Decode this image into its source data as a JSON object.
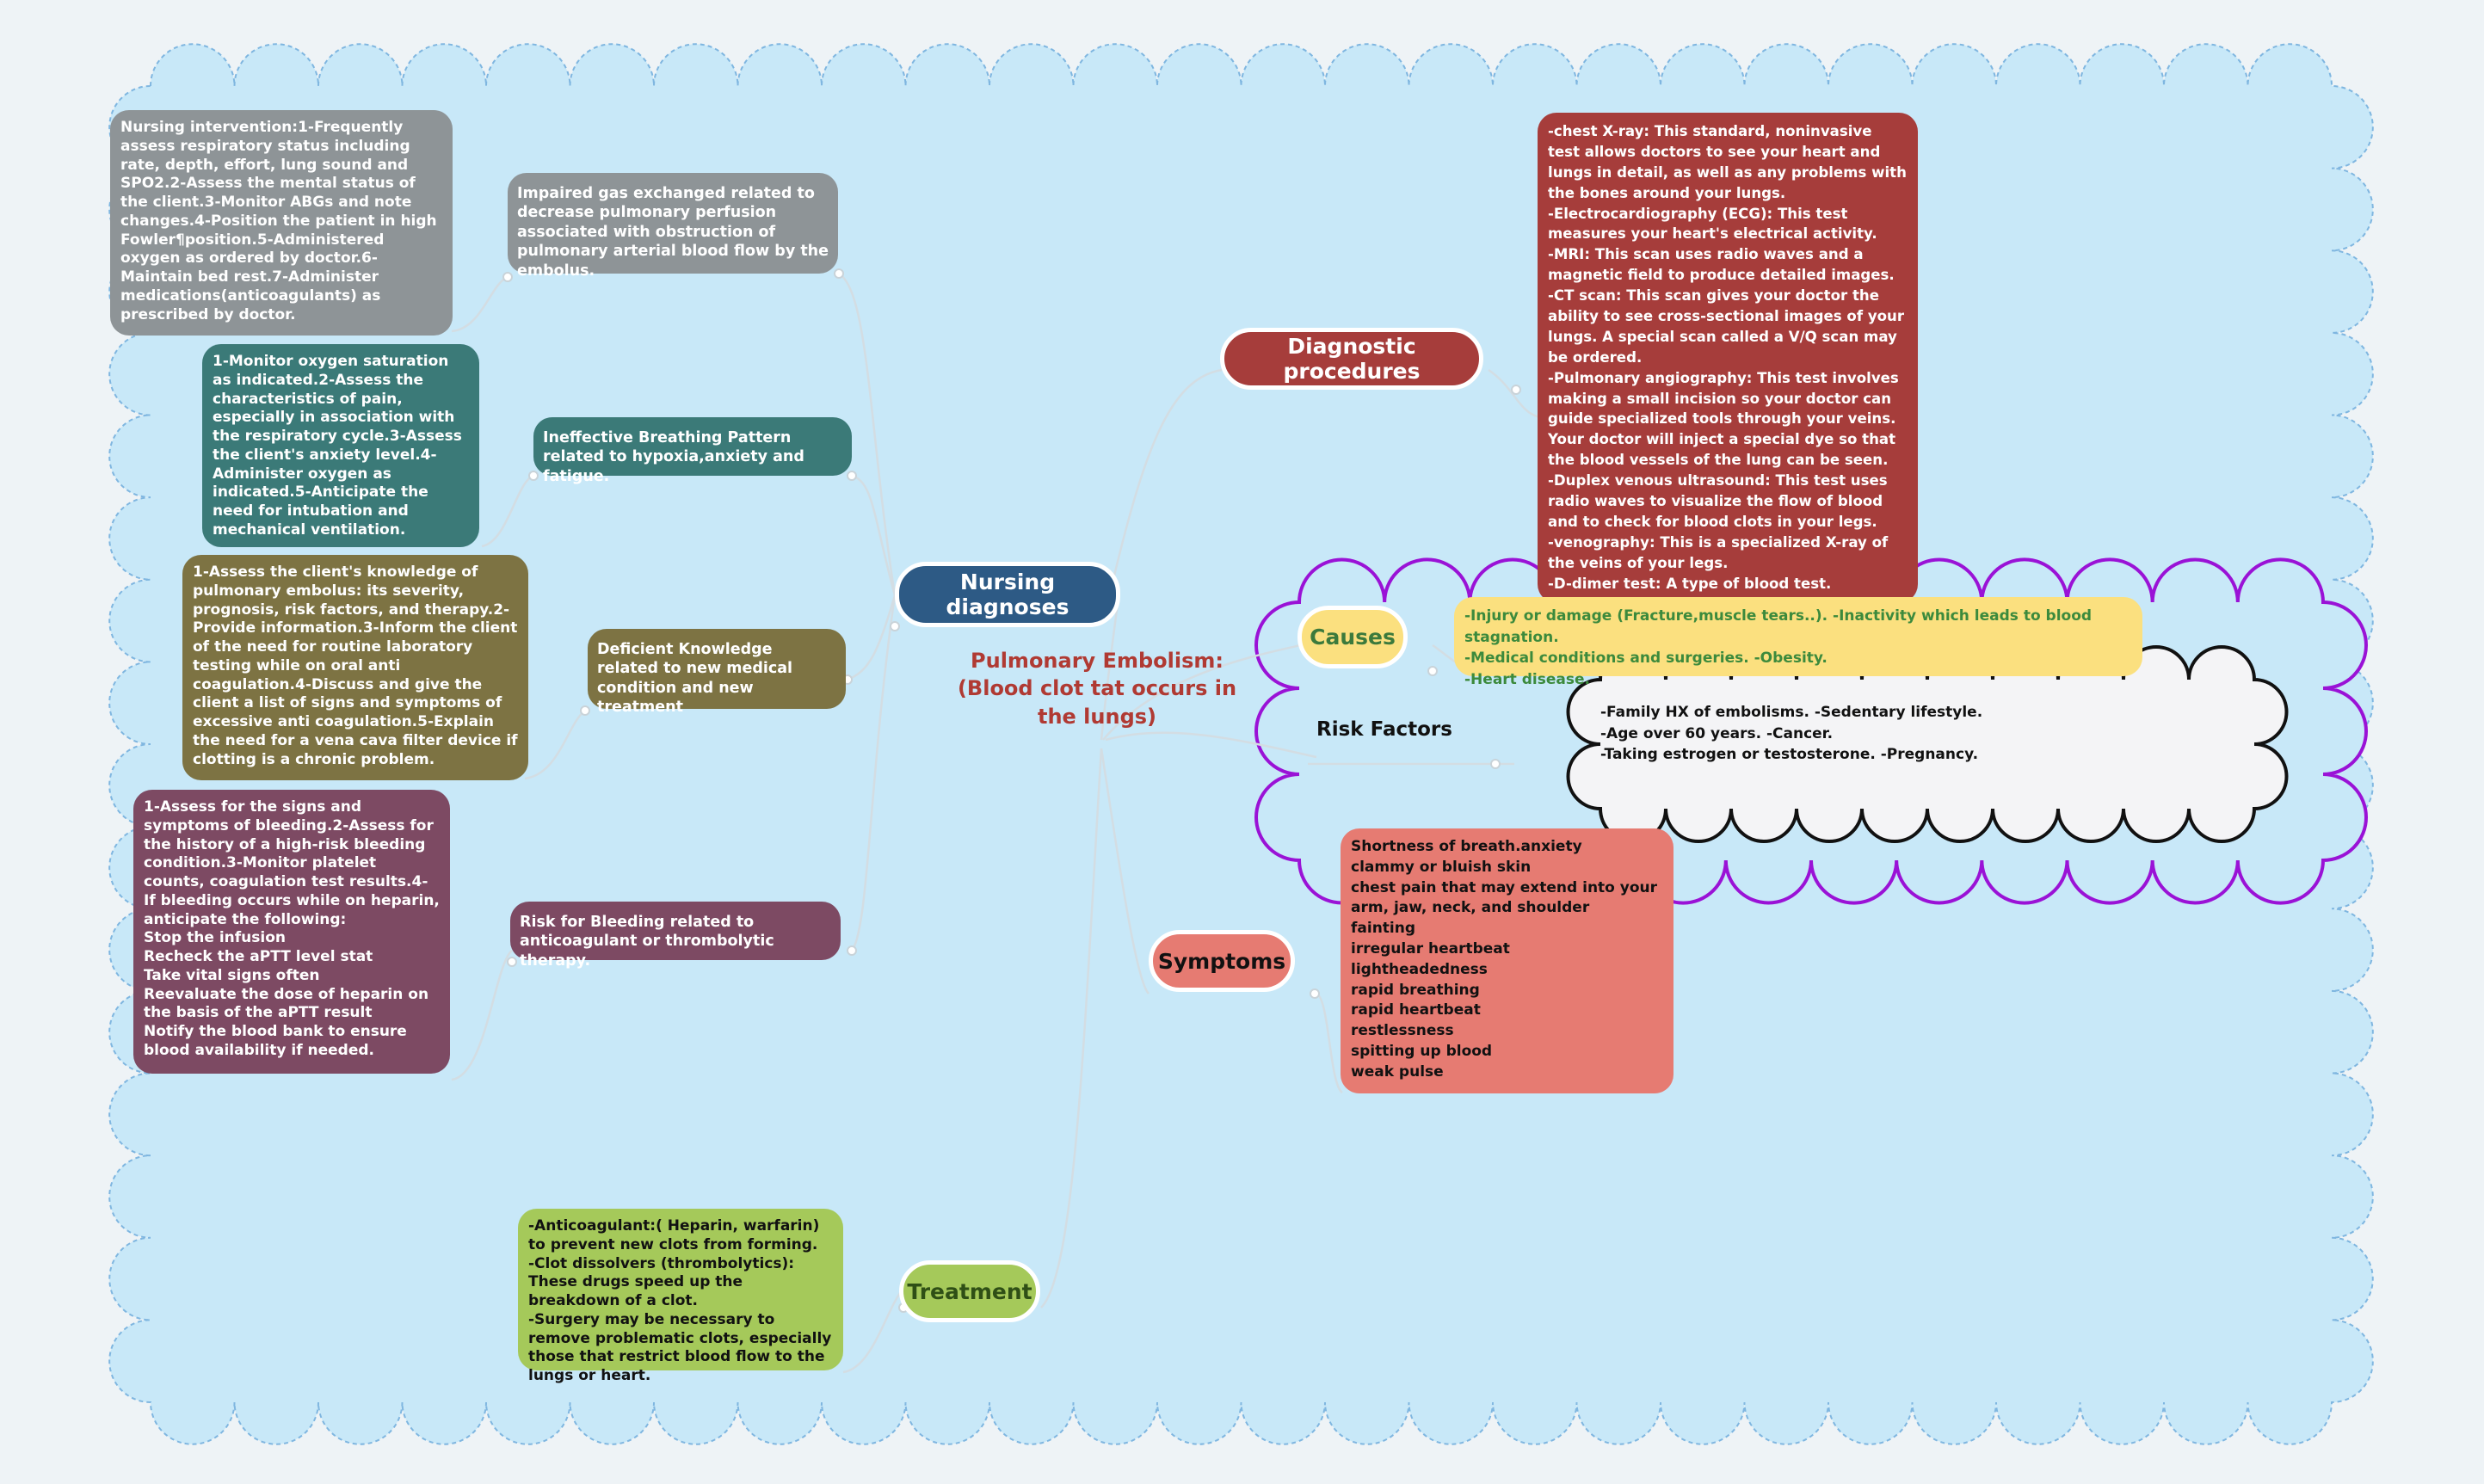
{
  "center": {
    "title": "Pulmonary Embolism:\n(Blood clot tat occurs in the lungs)"
  },
  "branches": {
    "nursing": {
      "label": "Nursing diagnoses",
      "items": [
        {
          "diagnosis": "Impaired gas exchanged related to decrease pulmonary perfusion associated with obstruction of pulmonary arterial blood flow by the embolus.",
          "interventions": "Nursing intervention:1-Frequently assess respiratory status including rate, depth, effort, lung sound and SPO2.2-Assess the mental status of the client.3-Monitor ABGs and note changes.4-Position the patient in high Fowler¶position.5-Administered oxygen as ordered by doctor.6-Maintain bed rest.7-Administer medications(anticoagulants) as prescribed by doctor."
        },
        {
          "diagnosis": "Ineffective Breathing Pattern related to hypoxia,anxiety and fatigue.",
          "interventions": "1-Monitor oxygen saturation as indicated.2-Assess the characteristics of pain, especially in association with the respiratory cycle.3-Assess the client's anxiety level.4-Administer oxygen as indicated.5-Anticipate the need for intubation and mechanical ventilation."
        },
        {
          "diagnosis": "Deficient Knowledge related to new medical condition and new treatment",
          "interventions": "1-Assess the client's knowledge of pulmonary embolus: its severity, prognosis, risk factors, and therapy.2-Provide information.3-Inform the client of the need for routine laboratory testing while on oral anti coagulation.4-Discuss and give the client a list of signs and symptoms of excessive anti coagulation.5-Explain the need for a vena cava filter device if clotting is a chronic problem."
        },
        {
          "diagnosis": "Risk for Bleeding related to anticoagulant or thrombolytic therapy.",
          "interventions": "1-Assess for the signs and symptoms of bleeding.2-Assess for the history of a high-risk bleeding condition.3-Monitor platelet counts, coagulation test results.4-If bleeding occurs while on heparin, anticipate the following:\nStop the infusion\nRecheck the aPTT level stat\nTake vital signs often\nReevaluate the dose of heparin on the basis of the aPTT result\nNotify the blood bank to ensure blood availability if needed."
        }
      ]
    },
    "treatment": {
      "label": "Treatment",
      "text": "-Anticoagulant:( Heparin, warfarin) to prevent new clots from forming.\n-Clot dissolvers (thrombolytics): These drugs speed up the breakdown of a clot.\n-Surgery may be necessary to remove problematic clots, especially those that restrict blood flow to the lungs or heart."
    },
    "diagnostic": {
      "label": "Diagnostic procedures",
      "text": "-chest X-ray: This standard, noninvasive test allows doctors to see your heart and lungs in detail, as well as any problems with the bones around your lungs.\n-Electrocardiography (ECG): This test measures your heart's electrical activity.\n-MRI: This scan uses radio waves and a magnetic field to produce detailed images.\n-CT scan: This scan gives your doctor the ability to see cross-sectional images of your lungs. A special scan called a V/Q scan may be ordered.\n-Pulmonary angiography: This test involves making a small incision so your doctor can guide specialized tools through your veins. Your doctor will inject a special dye so that the blood vessels of the lung can be seen.\n-Duplex venous ultrasound: This test uses radio waves to visualize the flow of blood and to check for blood clots in your legs.\n-venography: This is a specialized X-ray of the veins of your legs.\n-D-dimer test: A type of blood test."
    },
    "causes": {
      "label": "Causes",
      "text": "-Injury or damage (Fracture,muscle tears..).  -Inactivity which leads to blood stagnation.\n-Medical conditions and surgeries.            -Obesity.\n-Heart disease."
    },
    "risk": {
      "label": "Risk Factors",
      "text": "-Family HX of embolisms.         -Sedentary lifestyle.\n-Age over 60 years.                  -Cancer.\n-Taking estrogen or testosterone.    -Pregnancy."
    },
    "symptoms": {
      "label": "Symptoms",
      "text": "Shortness of breath.anxiety\nclammy or bluish skin\nchest pain that may extend into your arm, jaw, neck, and shoulder\nfainting\nirregular heartbeat\nlightheadedness\nrapid breathing\nrapid heartbeat\nrestlessness\nspitting up blood\nweak pulse"
    }
  },
  "colors": {
    "background": "#c8e8f8",
    "gray": "#8e9497",
    "teal": "#3b7a78",
    "olive": "#7d7343",
    "plum": "#7d4a63",
    "navy": "#2d5a85",
    "green": "#a5c95a",
    "red": "#a63d3b",
    "yellow": "#fbe07f",
    "salmon": "#e67b72",
    "purple": "#9a12d6",
    "center_text": "#b03a33"
  }
}
